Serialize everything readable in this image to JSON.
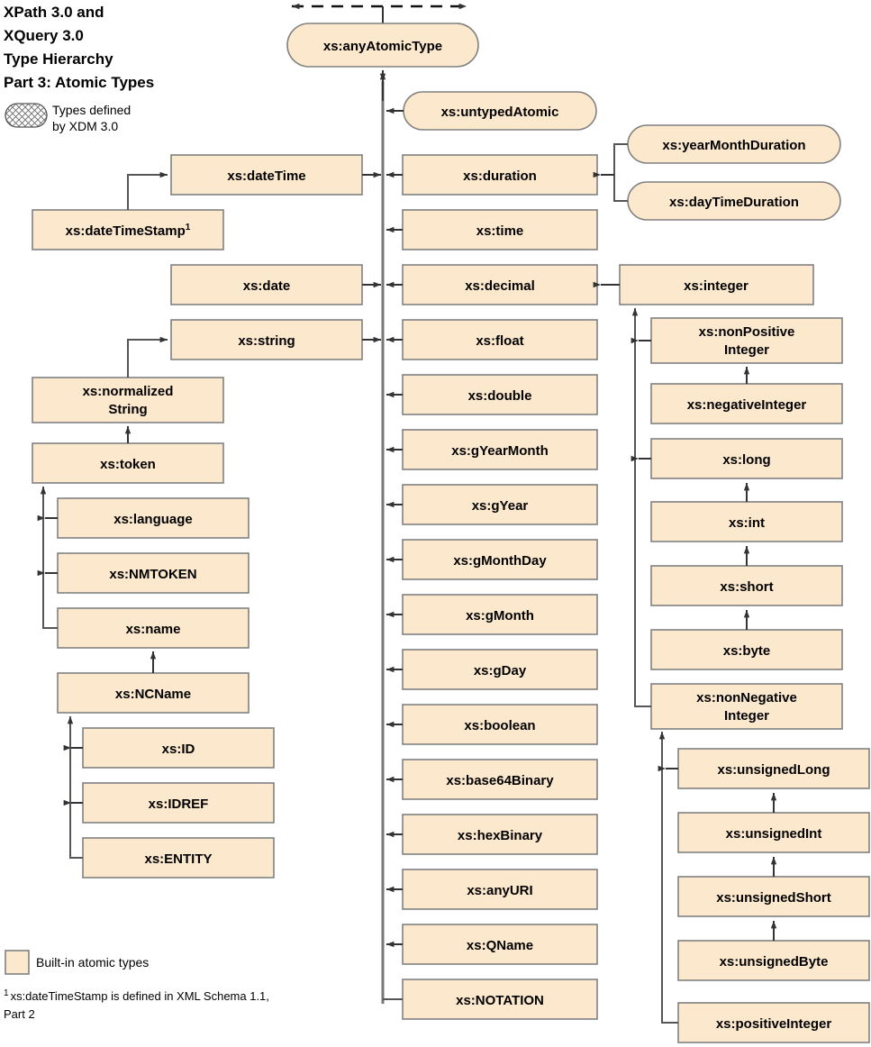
{
  "title": {
    "lines": [
      "XPath 3.0 and",
      "XQuery 3.0",
      "Type Hierarchy",
      "Part 3: Atomic Types"
    ]
  },
  "legend": {
    "hatched_label_line1": "Types defined",
    "hatched_label_line2": "by XDM 3.0",
    "builtin_label": "Built-in atomic types",
    "footnote_marker": "1",
    "footnote_line1": "xs:dateTimeStamp is defined in XML Schema 1.1,",
    "footnote_line2": "Part 2"
  },
  "colors": {
    "box_fill": "#fce8cc",
    "box_stroke": "#808080",
    "line": "#595959",
    "text": "#000000",
    "background": "#ffffff"
  },
  "nodes": {
    "anyAtomicType": "xs:anyAtomicType",
    "untypedAtomic": "xs:untypedAtomic",
    "dateTime": "xs:dateTime",
    "dateTimeStamp": "xs:dateTimeStamp",
    "date": "xs:date",
    "string": "xs:string",
    "normalizedString_l1": "xs:normalized",
    "normalizedString_l2": "String",
    "token": "xs:token",
    "language": "xs:language",
    "nmtoken": "xs:NMTOKEN",
    "name": "xs:name",
    "ncname": "xs:NCName",
    "id": "xs:ID",
    "idref": "xs:IDREF",
    "entity": "xs:ENTITY",
    "duration": "xs:duration",
    "time": "xs:time",
    "decimal": "xs:decimal",
    "float": "xs:float",
    "double": "xs:double",
    "gYearMonth": "xs:gYearMonth",
    "gYear": "xs:gYear",
    "gMonthDay": "xs:gMonthDay",
    "gMonth": "xs:gMonth",
    "gDay": "xs:gDay",
    "boolean": "xs:boolean",
    "base64Binary": "xs:base64Binary",
    "hexBinary": "xs:hexBinary",
    "anyURI": "xs:anyURI",
    "qname": "xs:QName",
    "notation": "xs:NOTATION",
    "yearMonthDuration": "xs:yearMonthDuration",
    "dayTimeDuration": "xs:dayTimeDuration",
    "integer": "xs:integer",
    "nonPositiveInteger_l1": "xs:nonPositive",
    "nonPositiveInteger_l2": "Integer",
    "negativeInteger": "xs:negativeInteger",
    "long": "xs:long",
    "int": "xs:int",
    "short": "xs:short",
    "byte": "xs:byte",
    "nonNegativeInteger_l1": "xs:nonNegative",
    "nonNegativeInteger_l2": "Integer",
    "unsignedLong": "xs:unsignedLong",
    "unsignedInt": "xs:unsignedInt",
    "unsignedShort": "xs:unsignedShort",
    "unsignedByte": "xs:unsignedByte",
    "positiveInteger": "xs:positiveInteger"
  }
}
